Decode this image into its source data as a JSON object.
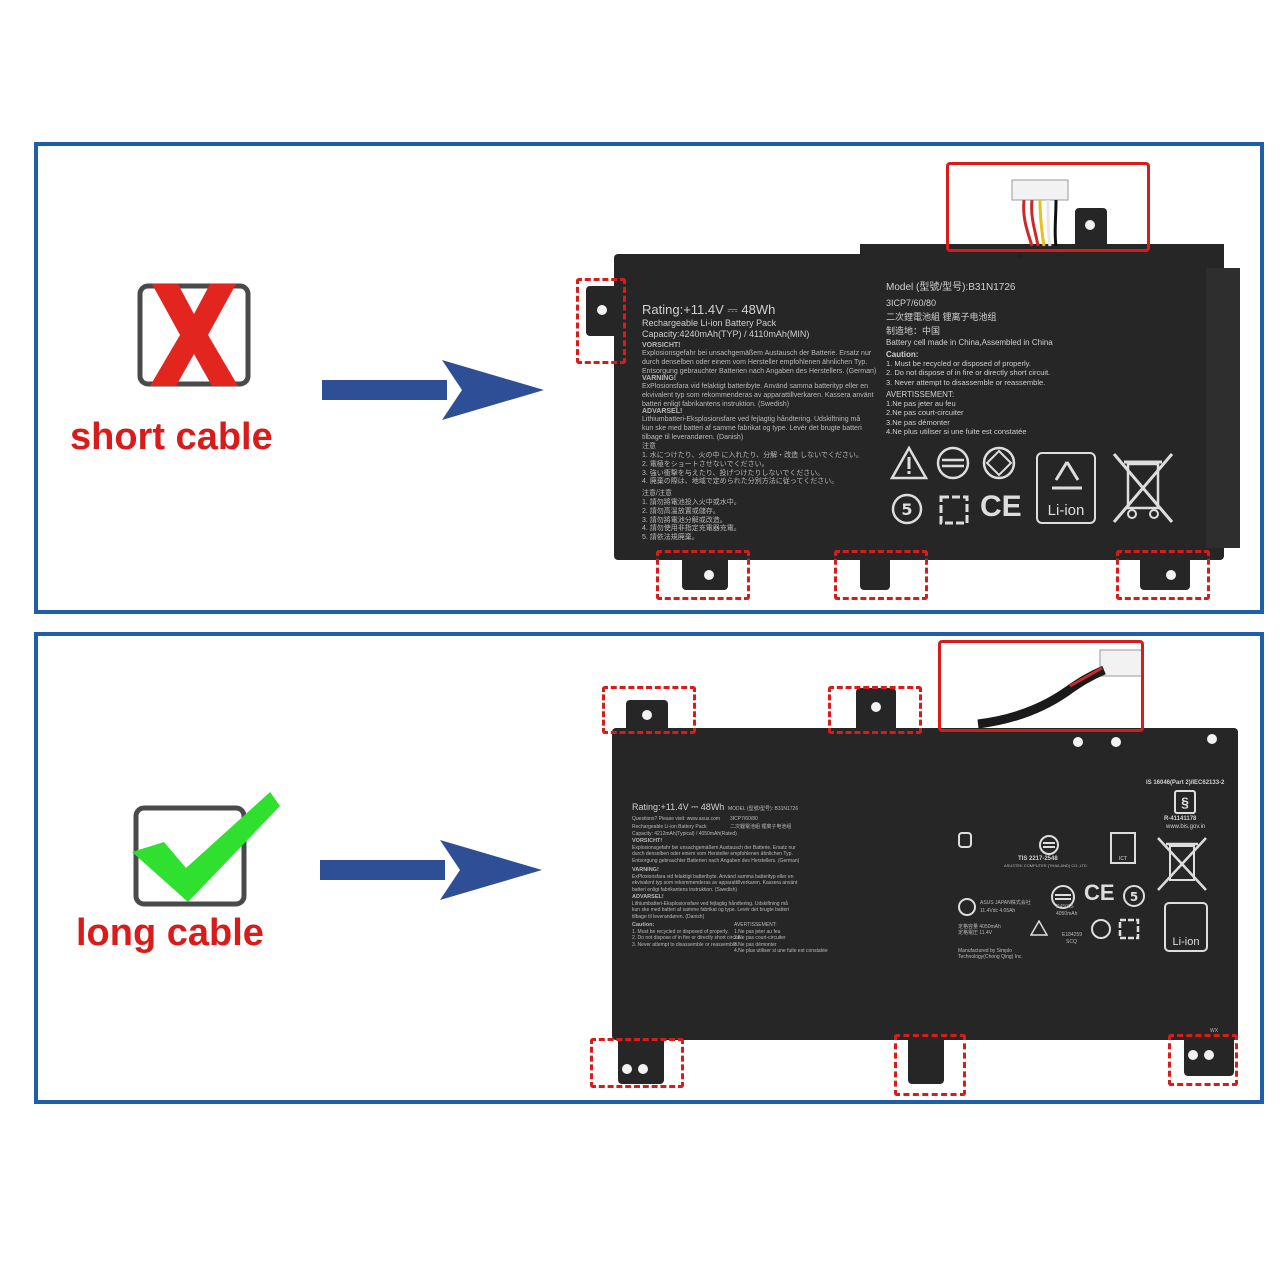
{
  "top": {
    "verdict_label": "short cable",
    "icon": "x-cross-icon",
    "battery": {
      "rating": "Rating:+11.4V ⎓ 48Wh",
      "type": "Rechargeable Li-ion Battery Pack",
      "capacity": "Capacity:4240mAh(TYP) / 4110mAh(MIN)",
      "vorsicht_title": "VORSICHT!",
      "vorsicht_text": "Explosionsgefahr bei unsachgemäßem Austausch der Batterie. Ersatz nur\ndurch denselben oder einem vom Hersteller empfohlenen ähnlichen Typ.\nEntsorgung gebrauchter Batterien nach Angaben des Herstellers. (German)",
      "varning_title": "VARNING!",
      "varning_text": "ExPlosionsfara vid felaktigt batteribyte. Använd samma batterityp eller en\nekvivalent typ som rekommenderas av apparattillverkaren. Kassera använt\nbatteri enligt fabrikantens instruktion. (Swedish)",
      "advarsel_title": "ADVARSEL!",
      "advarsel_text": "Lithiumbatteri-Eksplosionsfare ved fejlagtig håndtering. Udskiftning må\nkun ske med batteri af samme fabrikat og type. Levér det brugte batteri\ntilbage til leverandøren. (Danish)",
      "jp_title": "注意",
      "jp_text": "1. 水につけたり、火の中 に入れたり、分解・改造 しないでください。\n2. 電極をショートさせないでください。\n3. 強い衝撃を与えたり、投げつけたりしないでください。\n4. 廃棄の際は、地域で定められた分別方法に従ってください。",
      "cn_title": "注意/注意",
      "cn_text": "1. 請勿將電池投入火中或水中。\n2. 請勿高溫放置或儲存。\n3. 請勿將電池分解或改造。\n4. 請勿使用非指定充電器充電。\n5. 請依法規廃棄。",
      "model": "Model (型號/型号):B31N1726",
      "cell": "3ICP7/60/80",
      "cell_type": "二次鋰電池組     锂离子电池组",
      "made_in": "制造地：中国",
      "assembled": "Battery cell made in China,Assembled in China",
      "caution_title": "Caution:",
      "caution_text": "1. Must be recycled or disposed of properly.\n2. Do not dispose of in fire or directly short circuit.\n3. Never attempt to disassemble or reassemble.",
      "avert_title": "AVERTISSEMENT:",
      "avert_text": "1.Ne pas jeter au feu\n2.Ne pas court-circuiter\n3.Ne pas démonter\n4.Ne plus utiliser si une fuite est constatée",
      "li_ion": "Li-ion",
      "ce": "CE",
      "plus": "+",
      "minus": "−"
    }
  },
  "bottom": {
    "verdict_label": "long cable",
    "icon": "check-mark-icon",
    "battery": {
      "rating": "Rating:+11.4V ⎓ 48Wh",
      "model": "MODEL (型號/型号):   B31N1726",
      "questions": "Questions? Please visit: www.asus.com",
      "type": "Rechargeable Li-ion Battery Pack",
      "capacity": "Capacity: 4212mAh(Typical) / 4050mAh(Rated)",
      "cell": "3ICP7/60/80",
      "cell_type": "二次鋰電池組   锂离子电池组",
      "vorsicht_title": "VORSICHT!",
      "vorsicht_text": "Explosionsgefahr bei unsachgemäßem Austausch der Batterie. Ersatz nur\ndurch denselben oder einem vom Hersteller empfohlenen ähnlichen Typ.\nEntsorgung gebrauchter Batterien nach Angaben des Herstellers. (German)",
      "varning_title": "VARNING!",
      "varning_text": "ExPlosionsfara vid felaktigt batteribyte. Använd samma batterityp eller en\nekvivalent typ som rekommenderas av apparattillverkaren. Kassera använt\nbatteri enligt fabrikantens instruktion. (Swedish)",
      "advarsel_title": "ADVARSEL!",
      "advarsel_text": "Lithiumbatteri-Eksplosionsfare ved fejlagtig håndtering. Udskiftning må\nkun ske med batteri af samme fabrikat og type. Levér det brugte batteri\ntilbage til leverandøren. (Danish)",
      "caution_title": "Caution:",
      "caution_text": "1. Must be recycled or disposed of properly.\n2. Do not dispose of in fire or directly short circuit.\n3. Never attempt to disassemble or reassemble.",
      "avert_title": "AVERTISSEMENT:",
      "avert_text": "1.Ne pas jeter au feu\n2.Ne pas court-circuiter\n3.Ne pas démonter\n4.Ne plus utiliser si une fuite est constatée",
      "is_standard": "IS 16046(Part 2)/IEC62133-2",
      "r_number": "R-41141178",
      "bis_url": "www.bis.gov.in",
      "tis": "TIS  2217-2548",
      "asustek": "ASUSTEK COMPUTER (THAILAND) CO.,LTD",
      "ict": "ICT",
      "asus_japan": "ASUS JAPAN株式会社",
      "ps_rating": "11.4Vdc  4.05Ah",
      "r45065": "R45065",
      "r_cap": "4050mAh",
      "e184259": "E184259",
      "scq": "SCQ",
      "jp_rating": "定格容量 4050mAh\n定格電圧 11.4V",
      "manufactured": "Manufactured by Simplo\nTechnology(Chong Qing) Inc.",
      "li_ion": "Li-ion",
      "ce": "CE",
      "wx": "WX"
    }
  },
  "colors": {
    "frame": "#1f5fa8",
    "red": "#d81c1c",
    "green": "#2fe02f",
    "arrow": "#2e4f96",
    "battery": "#262626"
  }
}
